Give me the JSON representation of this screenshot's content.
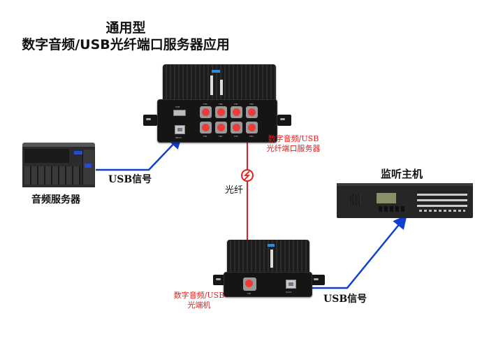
{
  "title": {
    "line1": "通用型",
    "line2": "数字音频/USB光纤端口服务器应用"
  },
  "nodes": {
    "audio_server": {
      "label": "音频服务器",
      "icon": "nas-server-icon"
    },
    "port_server": {
      "label_line1": "数字音频/USB",
      "label_line2": "光纤端口服务器",
      "ports": [
        "FB5",
        "FB6",
        "FB7",
        "FB8",
        "FB1",
        "FB2",
        "FB3",
        "FB4"
      ],
      "usb_a_label": "USB",
      "usb_b_label": "INPUT"
    },
    "transceiver": {
      "label_line1": "数字音频/USB",
      "label_line2": "光端机",
      "fiber_port_label": "FIB",
      "usb_port_label": "HOST"
    },
    "monitor_host": {
      "label": "监听主机",
      "icon": "rack-host-icon"
    }
  },
  "links": {
    "usb_left": {
      "label": "USB信号",
      "color": "#1040d0"
    },
    "fiber": {
      "label": "光纤",
      "color": "#e41e1e",
      "icon": "fiber-lightning-icon"
    },
    "usb_right": {
      "label": "USB信号",
      "color": "#1040d0"
    }
  }
}
